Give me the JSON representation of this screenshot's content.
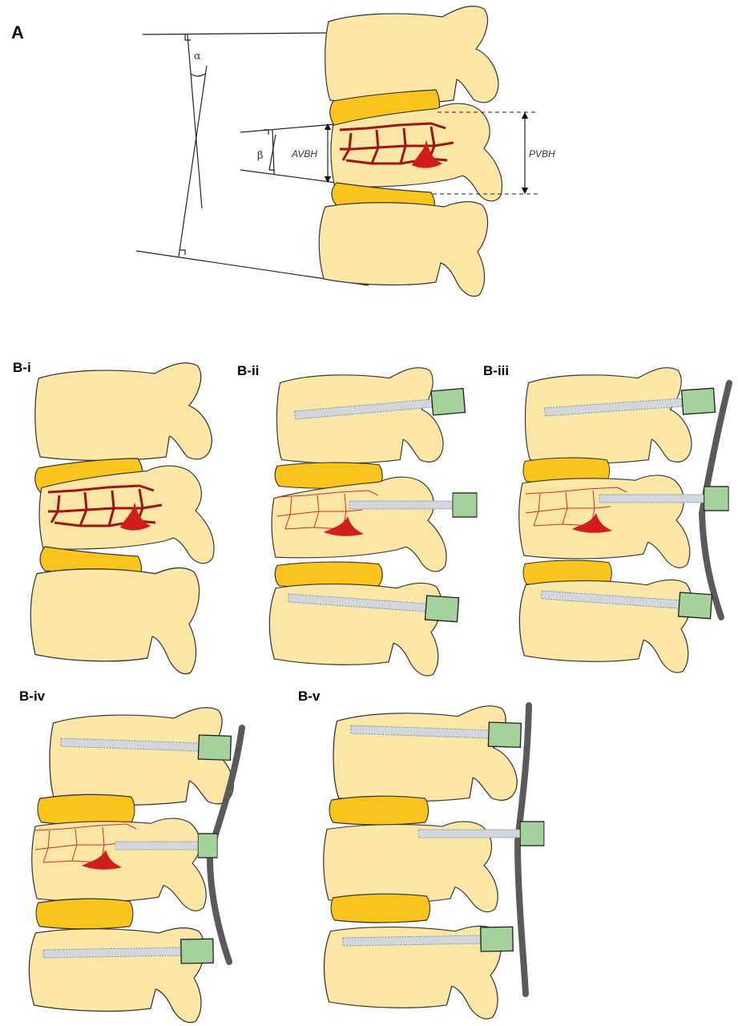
{
  "panels": {
    "A": "A",
    "B_i": "B-i",
    "B_ii": "B-ii",
    "B_iii": "B-iii",
    "B_iv": "B-iv",
    "B_v": "B-v"
  },
  "measurements": {
    "alpha": "α",
    "beta": "β",
    "avbh": "AVBH",
    "pvbh": "PVBH"
  },
  "colors": {
    "bone": "#fbe6a5",
    "disc": "#f9c51c",
    "fracture": "#9e1414",
    "screw": "#d3d6da",
    "screw_cap": "#a3d39a",
    "rod": "#5a5a5a"
  }
}
